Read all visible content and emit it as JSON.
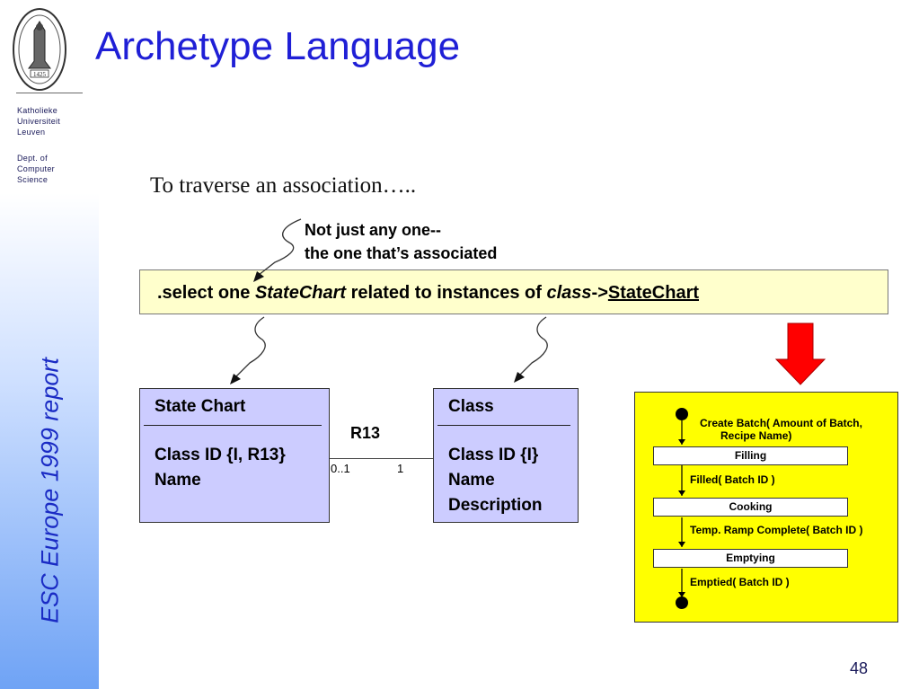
{
  "slide": {
    "title": "Archetype Language",
    "page_number": "48"
  },
  "sidebar": {
    "institution_lines": [
      "Katholieke",
      "Universiteit",
      "Leuven"
    ],
    "department_lines": [
      "Dept. of",
      "Computer",
      "Science"
    ],
    "vertical_title": "ESC Europe 1999 report",
    "seal_year": "1425"
  },
  "diagram": {
    "intro": "To traverse an association…..",
    "note_lines": [
      "Not just any one--",
      "the one that’s associated"
    ],
    "statement": {
      "prefix": ".select one ",
      "emph1": "StateChart",
      "middle": " related to instances of ",
      "emph2": "class",
      "arrow": "->",
      "target": "StateChart"
    },
    "class_a": {
      "name": "State Chart",
      "attributes": [
        "Class ID {I, R13}",
        "Name"
      ]
    },
    "class_b": {
      "name": "Class",
      "attributes": [
        "Class ID {I}",
        "Name",
        "Description"
      ]
    },
    "association": {
      "label": "R13",
      "multiplicity_a": "0..1",
      "multiplicity_b": "1"
    },
    "statechart": {
      "creation_event": [
        "Create Batch( Amount of Batch,",
        "Recipe Name)"
      ],
      "states": [
        "Filling",
        "Cooking",
        "Emptying"
      ],
      "events": [
        "Filled( Batch ID )",
        "Temp. Ramp Complete( Batch ID )",
        "Emptied( Batch ID )"
      ]
    }
  },
  "colors": {
    "title": "#1f1fd6",
    "class_fill": "#ccccff",
    "statement_fill": "#ffffcc",
    "panel_fill": "#ffff00",
    "arrow_red": "#ff0000"
  }
}
